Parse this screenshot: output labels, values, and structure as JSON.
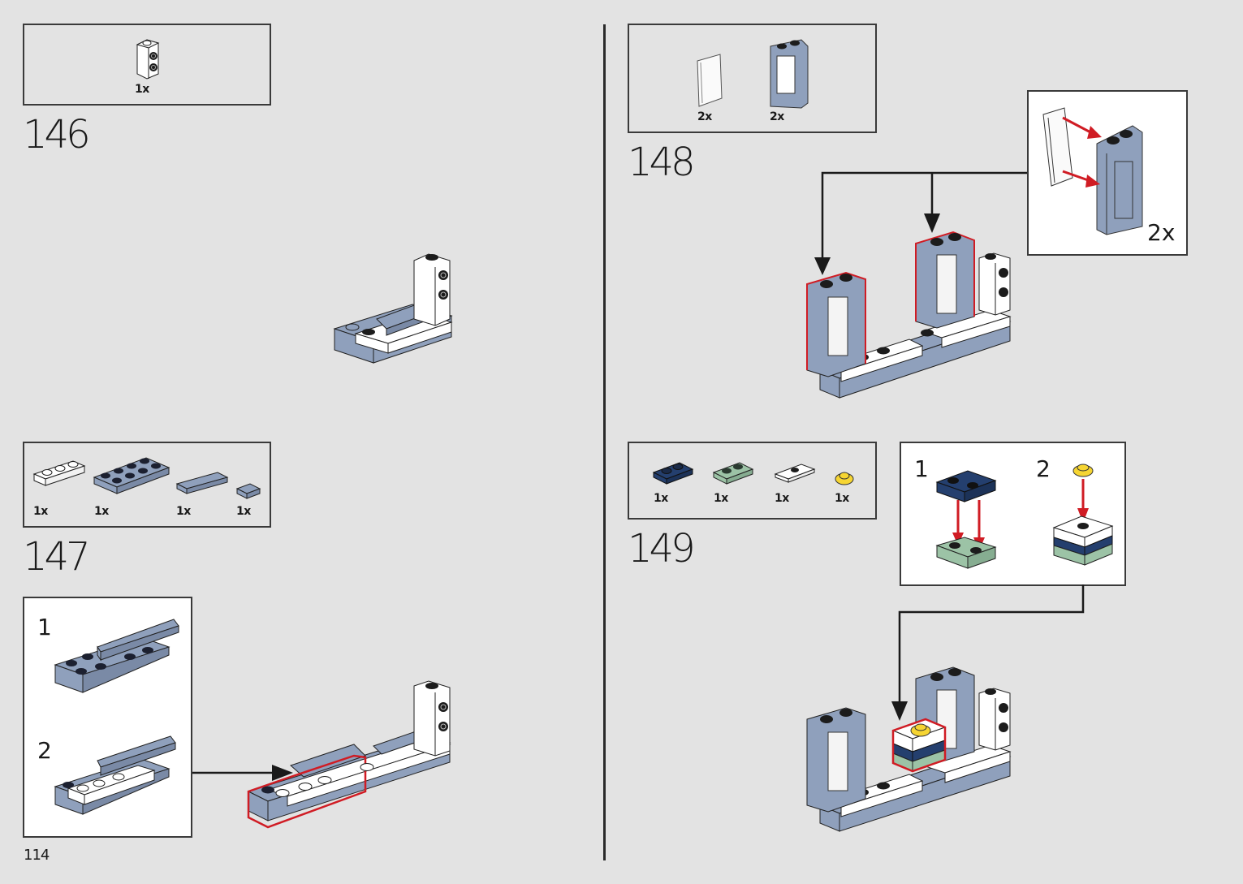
{
  "page": {
    "number": "114"
  },
  "colors": {
    "background": "#e3e3e3",
    "sand_blue": "#8fa0bc",
    "dark_blue": "#243f6e",
    "sand_green": "#9cc3a6",
    "yellow": "#f6d532",
    "highlight_red": "#d01c24",
    "stud_black": "#1c1c1c",
    "white": "#ffffff"
  },
  "steps": [
    {
      "number": "146",
      "parts": [
        {
          "name": "white-brick-1x1-studs-on-side",
          "qty": "1x"
        }
      ]
    },
    {
      "number": "147",
      "parts": [
        {
          "name": "white-plate-1x3",
          "qty": "1x"
        },
        {
          "name": "sand-blue-plate-2x4",
          "qty": "1x"
        },
        {
          "name": "sand-blue-tile-1x4",
          "qty": "1x"
        },
        {
          "name": "sand-blue-tile-1x1",
          "qty": "1x"
        }
      ],
      "substeps": [
        "1",
        "2"
      ]
    },
    {
      "number": "148",
      "parts": [
        {
          "name": "trans-clear-window-glass",
          "qty": "2x"
        },
        {
          "name": "sand-blue-window-frame-1x2x3",
          "qty": "2x"
        }
      ],
      "callout_multiplier": "2x"
    },
    {
      "number": "149",
      "parts": [
        {
          "name": "dark-blue-plate-1x2",
          "qty": "1x"
        },
        {
          "name": "sand-green-plate-1x2",
          "qty": "1x"
        },
        {
          "name": "white-jumper-plate-1x2",
          "qty": "1x"
        },
        {
          "name": "yellow-round-plate-1x1",
          "qty": "1x"
        }
      ],
      "substeps": [
        "1",
        "2"
      ]
    }
  ]
}
